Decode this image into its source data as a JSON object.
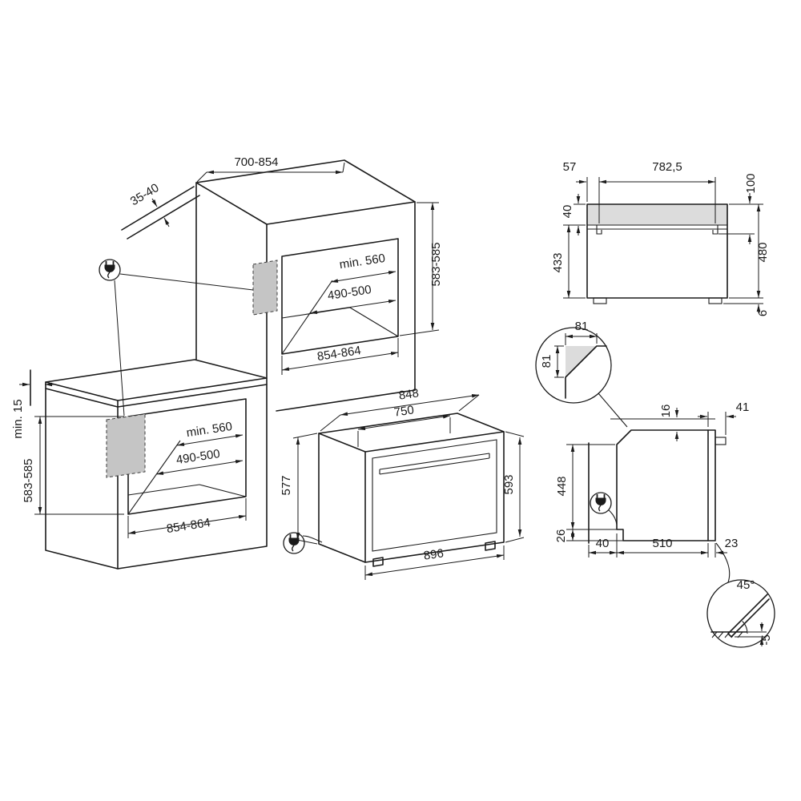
{
  "page": {
    "background": "#ffffff",
    "ink": "#1b1b1b",
    "panel_gray": "#c5c5c5",
    "band_gray": "#dcdcdc"
  },
  "diagram": {
    "tall_unit": {
      "top_width": "700-854",
      "rear_gap": "35-40",
      "depth": "min. 560",
      "conn_zone": "490-500",
      "niche_height": "583-585",
      "niche_width": "854-864"
    },
    "base_unit": {
      "wall_gap": "min. 15",
      "depth": "min. 560",
      "conn_zone": "490-500",
      "niche_height": "583-585",
      "niche_width": "854-864"
    },
    "oven": {
      "casing_width": "848",
      "inner_width": "750",
      "depth": "577",
      "height": "593",
      "width": "896"
    },
    "rear_view": {
      "rail_offset": "57",
      "rail_width": "782,5",
      "top_height": "100",
      "rail_height": "40",
      "body_height": "433",
      "total_height": "480",
      "foot_height": "6"
    },
    "side_view": {
      "chamfer_width": "81",
      "chamfer_height": "81",
      "top_gap": "16",
      "front_clearance": "41",
      "rear_height": "448",
      "bottom_step": "26",
      "rear_gap": "40",
      "body_depth": "510",
      "door_thickness": "23",
      "door_angle": "45°",
      "floor_drop": "-5"
    }
  }
}
